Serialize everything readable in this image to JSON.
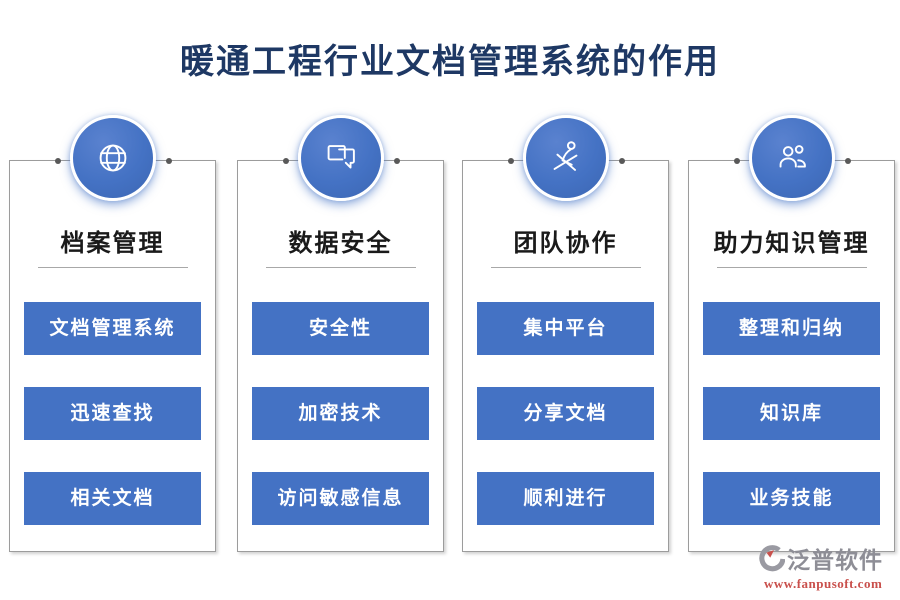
{
  "title": "暖通工程行业文档管理系统的作用",
  "colors": {
    "accent-blue": "#4472c4",
    "title-navy": "#1e3864",
    "border-gray": "#9c9c9c",
    "logo-gray": "#8e8e96",
    "logo-red": "#c9504c"
  },
  "cards": [
    {
      "icon": "globe-icon",
      "heading": "档案管理",
      "items": [
        "文档管理系统",
        "迅速查找",
        "相关文档"
      ]
    },
    {
      "icon": "chat-bubbles-icon",
      "heading": "数据安全",
      "items": [
        "安全性",
        "加密技术",
        "访问敏感信息"
      ]
    },
    {
      "icon": "rowing-person-icon",
      "heading": "团队协作",
      "items": [
        "集中平台",
        "分享文档",
        "顺利进行"
      ]
    },
    {
      "icon": "people-icon",
      "heading": "助力知识管理",
      "items": [
        "整理和归纳",
        "知识库",
        "业务技能"
      ]
    }
  ],
  "footer": {
    "brand": "泛普软件",
    "url": "www.fanpusoft.com"
  }
}
